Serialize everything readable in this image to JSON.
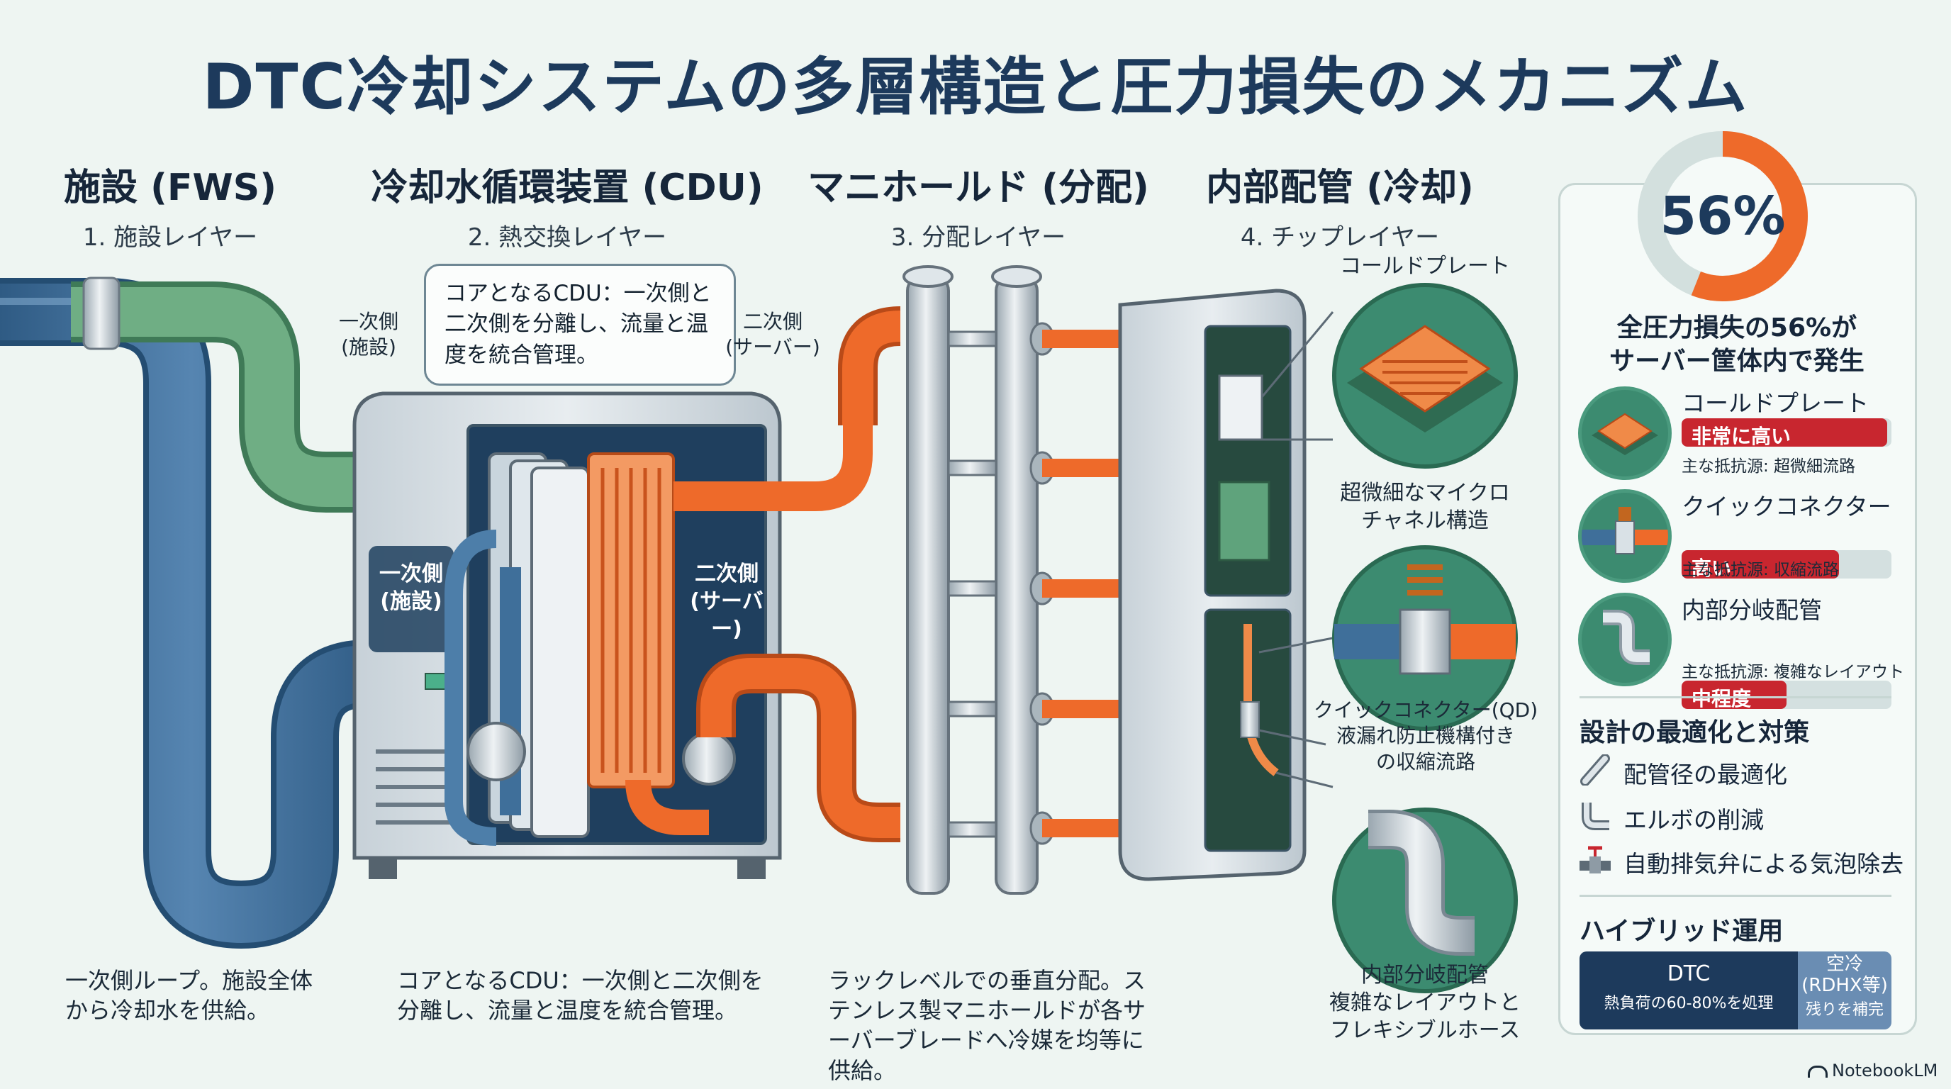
{
  "title": "DTC冷却システムの多層構造と圧力損失のメカニズム",
  "sections": [
    {
      "title": "施設 (FWS)",
      "subtitle": "1. 施設レイヤー",
      "caption": "一次側ループ。施設全体から冷却水を供給。"
    },
    {
      "title": "冷却水循環装置 (CDU)",
      "subtitle": "2. 熱交換レイヤー",
      "caption": "コアとなるCDU：一次側と二次側を分離し、流量と温度を統合管理。"
    },
    {
      "title": "マニホールド (分配)",
      "subtitle": "3. 分配レイヤー",
      "caption": "ラックレベルでの垂直分配。ステンレス製マニホールドが各サーバーブレードへ冷媒を均等に供給。"
    },
    {
      "title": "内部配管 (冷却)",
      "subtitle": "4. チップレイヤー",
      "caption": ""
    }
  ],
  "cdu": {
    "bubble": "コアとなるCDU：一次側と二次側を分離し、流量と温度を統合管理。",
    "label_primary_top": "一次側\n(施設)",
    "label_secondary_top": "二次側\n(サーバー)",
    "label_primary_body": "一次側\n(施設)",
    "label_secondary_body": "二次側\n(サーバー)"
  },
  "chip": {
    "cold_plate_title": "コールドプレート",
    "cold_plate_caption": "超微細なマイクロ\nチャネル構造",
    "qd_caption": "クイックコネクター(QD)\n液漏れ防止機構付き\nの収縮流路",
    "pipe_caption": "内部分岐配管\n複雑なレイアウトと\nフレキシブルホース"
  },
  "panel": {
    "percent": "56%",
    "percent_value": 56,
    "summary": "全圧力損失の56%が\nサーバー筐体内で発生",
    "items": [
      {
        "name": "コールドプレート",
        "level": "非常に高い",
        "level_fraction": 0.98,
        "note": "主な抵抗源: 超微細流路",
        "icon": "cold-plate-icon"
      },
      {
        "name": "クイックコネクター",
        "level": "高い",
        "level_fraction": 0.75,
        "note": "主な抵抗源: 収縮流路",
        "icon": "quick-connector-icon"
      },
      {
        "name": "内部分岐配管",
        "level": "中程度",
        "level_fraction": 0.5,
        "note": "主な抵抗源: 複雑なレイアウト",
        "icon": "branch-pipe-icon"
      }
    ],
    "optim_title": "設計の最適化と対策",
    "optim_items": [
      {
        "label": "配管径の最適化",
        "icon": "pipe-diameter-icon"
      },
      {
        "label": "エルボの削減",
        "icon": "elbow-icon"
      },
      {
        "label": "自動排気弁による気泡除去",
        "icon": "valve-icon"
      }
    ],
    "hybrid_title": "ハイブリッド運用",
    "hybrid_left_title": "DTC",
    "hybrid_left_sub": "熱負荷の60-80%を処理",
    "hybrid_right_title": "空冷\n(RDHX等)",
    "hybrid_right_sub": "残りを補完",
    "hybrid_left_share": 0.7
  },
  "brand": "NotebookLM",
  "colors": {
    "primary_pipe": "#3f6f9a",
    "green_pipe": "#5c9c74",
    "orange_pipe": "#ee6a2a",
    "navy": "#1d3a5c",
    "red": "#c8262f",
    "ring_orange": "#ee6a2a",
    "ring_gray": "#d3e0de"
  }
}
